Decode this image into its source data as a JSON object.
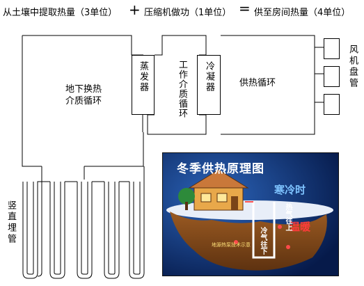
{
  "header": {
    "part1": "从土壤中提取热量（3单位）",
    "plus": "+",
    "part2": "压缩机做功（1单位）",
    "eq": "=",
    "part3": "供至房间热量（4单位）"
  },
  "boxes": {
    "ground_loop": "地下换热\n介质循环",
    "evaporator": "蒸发器",
    "working_fluid": "工作介质循环",
    "condenser": "冷凝器",
    "heating_loop": "供热循环",
    "fan_coil": "风机盘管",
    "vertical_pipe": "竖直埋管"
  },
  "photo": {
    "title": "冬季供热原理图",
    "cold_label": "寒冷时",
    "warm_label": "温暖",
    "hot_up": "热气往上",
    "cold_down": "冷气往下",
    "caption": "地源热泵技术示意"
  }
}
